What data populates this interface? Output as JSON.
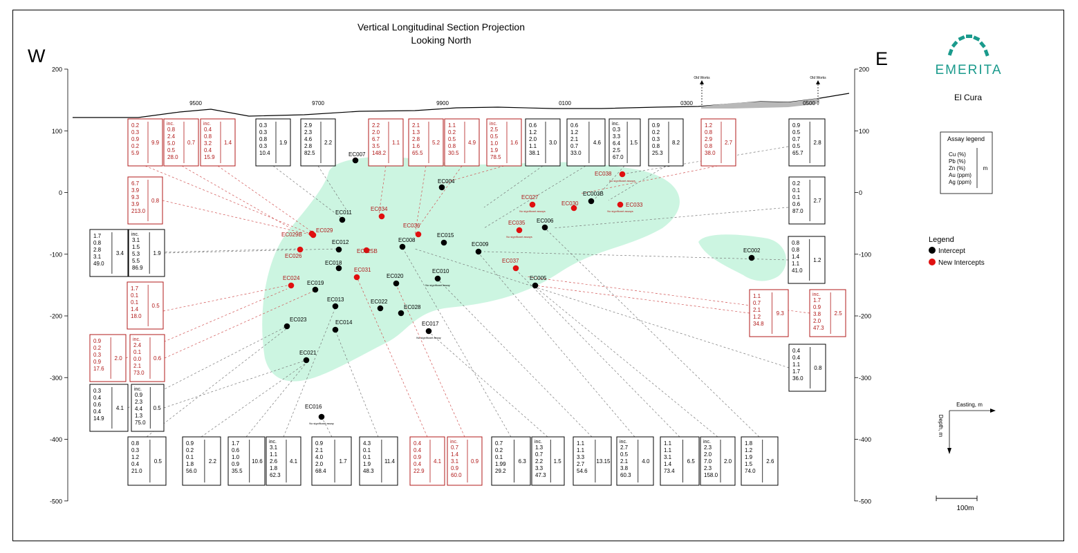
{
  "title": {
    "line1": "Vertical Longitudinal Section Projection",
    "line2": "Looking North"
  },
  "west_label": "W",
  "east_label": "E",
  "brand": {
    "name": "EMERITA",
    "project": "El Cura",
    "logo_icon": "emerita-arch-logo-icon"
  },
  "colors": {
    "intercept": "#000000",
    "new_intercept": "#e01010",
    "zone": "#ccf5e1",
    "red_text": "#b01818"
  },
  "depth_ticks": [
    "200",
    "100",
    "0",
    "-100",
    "-200",
    "-300",
    "-400",
    "-500"
  ],
  "easting_ticks": [
    "9500",
    "9700",
    "9900",
    "0100",
    "0300",
    "0500"
  ],
  "old_works": [
    "Old Works",
    "Old Works"
  ],
  "assay_legend": {
    "title": "Assay legend",
    "items": [
      "Cu (%)",
      "Pb (%)",
      "Zn (%)",
      "Au (ppm)",
      "Ag (ppm)"
    ],
    "unit": "m"
  },
  "legend": {
    "title": "Legend",
    "items": [
      {
        "label": "Intercept",
        "type": "old"
      },
      {
        "label": "New Intercepts",
        "type": "new"
      }
    ]
  },
  "axes_labels": {
    "easting": "Easting, m",
    "depth": "Depth, m"
  },
  "scale_bar": "100m",
  "holes": [
    {
      "name": "EC007",
      "kind": "old"
    },
    {
      "name": "EC004",
      "kind": "old"
    },
    {
      "name": "EC011",
      "kind": "old"
    },
    {
      "name": "EC034",
      "kind": "new"
    },
    {
      "name": "EC029",
      "kind": "new"
    },
    {
      "name": "EC029B",
      "kind": "new"
    },
    {
      "name": "EC012",
      "kind": "old"
    },
    {
      "name": "EC026",
      "kind": "new"
    },
    {
      "name": "EC025B",
      "kind": "new"
    },
    {
      "name": "EC008",
      "kind": "old"
    },
    {
      "name": "EC036",
      "kind": "new"
    },
    {
      "name": "EC015",
      "kind": "old"
    },
    {
      "name": "EC009",
      "kind": "old"
    },
    {
      "name": "EC027",
      "kind": "new"
    },
    {
      "name": "EC030",
      "kind": "new"
    },
    {
      "name": "EC003B",
      "kind": "old"
    },
    {
      "name": "EC038",
      "kind": "new"
    },
    {
      "name": "EC033",
      "kind": "new"
    },
    {
      "name": "EC006",
      "kind": "old"
    },
    {
      "name": "EC035",
      "kind": "new"
    },
    {
      "name": "EC037",
      "kind": "new"
    },
    {
      "name": "EC005",
      "kind": "old"
    },
    {
      "name": "EC010",
      "kind": "old"
    },
    {
      "name": "EC020",
      "kind": "old"
    },
    {
      "name": "EC018",
      "kind": "old"
    },
    {
      "name": "EC031",
      "kind": "new"
    },
    {
      "name": "EC024",
      "kind": "new"
    },
    {
      "name": "EC019",
      "kind": "old"
    },
    {
      "name": "EC013",
      "kind": "old"
    },
    {
      "name": "EC022",
      "kind": "old"
    },
    {
      "name": "EC028",
      "kind": "old"
    },
    {
      "name": "EC017",
      "kind": "old"
    },
    {
      "name": "EC023",
      "kind": "old"
    },
    {
      "name": "EC014",
      "kind": "old"
    },
    {
      "name": "EC021",
      "kind": "old"
    },
    {
      "name": "EC016",
      "kind": "old"
    },
    {
      "name": "EC002",
      "kind": "old"
    }
  ],
  "hole_notes": {
    "EC038": "No significant assays",
    "EC027": "No significant assays",
    "EC033": "No significant assays",
    "EC035": "No significant assays",
    "EC010": "No significant assay",
    "EC017": "No significant assay",
    "EC016": "No significant assay"
  },
  "assay_boxes": [
    {
      "kind": "new",
      "values": [
        "0.2",
        "0.3",
        "0.9",
        "0.2",
        "5.9"
      ],
      "width": "9.9"
    },
    {
      "kind": "new",
      "inc": true,
      "values": [
        "0.8",
        "2.4",
        "5.0",
        "0.5",
        "28.0"
      ],
      "width": "0.7"
    },
    {
      "kind": "new",
      "inc": true,
      "values": [
        "0.4",
        "0.8",
        "3.2",
        "0.4",
        "15.9"
      ],
      "width": "1.4"
    },
    {
      "kind": "old",
      "values": [
        "0.3",
        "0.3",
        "0.8",
        "0.3",
        "10.4"
      ],
      "width": "1.9"
    },
    {
      "kind": "old",
      "values": [
        "2.9",
        "2.3",
        "4.6",
        "2.8",
        "82.5"
      ],
      "width": "2.2"
    },
    {
      "kind": "new",
      "values": [
        "2.2",
        "2.0",
        "6.7",
        "3.5",
        "148.2"
      ],
      "width": "1.1"
    },
    {
      "kind": "new",
      "values": [
        "2.1",
        "1.3",
        "2.8",
        "1.6",
        "65.5"
      ],
      "width": "5.2"
    },
    {
      "kind": "new",
      "values": [
        "1.1",
        "0.2",
        "0.5",
        "0.8",
        "30.5"
      ],
      "width": "4.9"
    },
    {
      "kind": "new",
      "inc": true,
      "values": [
        "2.5",
        "0.5",
        "1.0",
        "1.9",
        "78.5"
      ],
      "width": "1.6"
    },
    {
      "kind": "old",
      "values": [
        "0.6",
        "1.2",
        "2.0",
        "1.1",
        "38.1"
      ],
      "width": "3.0"
    },
    {
      "kind": "old",
      "values": [
        "0.6",
        "1.2",
        "2.1",
        "0.7",
        "33.0"
      ],
      "width": "4.6"
    },
    {
      "kind": "old",
      "inc": true,
      "values": [
        "0.3",
        "3.3",
        "6.4",
        "2.5",
        "67.0"
      ],
      "width": "1.5"
    },
    {
      "kind": "old",
      "values": [
        "0.9",
        "0.2",
        "0.3",
        "0.8",
        "25.3"
      ],
      "width": "8.2"
    },
    {
      "kind": "new",
      "values": [
        "1.2",
        "0.8",
        "2.9",
        "0.8",
        "38.0"
      ],
      "width": "2.7"
    },
    {
      "kind": "old",
      "values": [
        "0.9",
        "0.5",
        "0.7",
        "0.5",
        "65.7"
      ],
      "width": "2.8"
    },
    {
      "kind": "new",
      "values": [
        "6.7",
        "3.9",
        "9.3",
        "3.9",
        "213.0"
      ],
      "width": "0.8"
    },
    {
      "kind": "old",
      "values": [
        "0.2",
        "0.1",
        "0.1",
        "0.6",
        "87.0"
      ],
      "width": "2.7"
    },
    {
      "kind": "old",
      "values": [
        "1.7",
        "0.8",
        "2.8",
        "3.1",
        "49.0"
      ],
      "width": "3.4"
    },
    {
      "kind": "old",
      "inc": true,
      "values": [
        "3.1",
        "1.5",
        "5.3",
        "5.5",
        "86.9"
      ],
      "width": "1.9"
    },
    {
      "kind": "old",
      "values": [
        "0.8",
        "0.8",
        "1.4",
        "1.1",
        "41.0"
      ],
      "width": "1.2"
    },
    {
      "kind": "new",
      "values": [
        "1.7",
        "0.1",
        "0.1",
        "1.4",
        "18.0"
      ],
      "width": "0.5"
    },
    {
      "kind": "new",
      "values": [
        "1.1",
        "0.7",
        "2.1",
        "1.2",
        "34.8"
      ],
      "width": "9.3"
    },
    {
      "kind": "new",
      "inc": true,
      "values": [
        "1.7",
        "0.9",
        "3.8",
        "2.0",
        "47.3"
      ],
      "width": "2.5"
    },
    {
      "kind": "new",
      "values": [
        "0.9",
        "0.2",
        "0.3",
        "0.9",
        "17.6"
      ],
      "width": "2.0"
    },
    {
      "kind": "new",
      "inc": true,
      "values": [
        "2.4",
        "0.1",
        "0.0",
        "2.1",
        "73.0"
      ],
      "width": "0.6"
    },
    {
      "kind": "old",
      "values": [
        "0.4",
        "0.4",
        "1.1",
        "1.7",
        "36.0"
      ],
      "width": "0.8"
    },
    {
      "kind": "old",
      "values": [
        "0.3",
        "0.4",
        "0.6",
        "0.4",
        "14.9"
      ],
      "width": "4.1"
    },
    {
      "kind": "old",
      "inc": true,
      "values": [
        "0.9",
        "2.3",
        "4.4",
        "1.3",
        "75.0"
      ],
      "width": "0.5"
    },
    {
      "kind": "old",
      "values": [
        "0.8",
        "0.3",
        "1.2",
        "0.4",
        "21.0"
      ],
      "width": "0.5"
    },
    {
      "kind": "old",
      "values": [
        "0.9",
        "0.2",
        "0.1",
        "1.8",
        "56.0"
      ],
      "width": "2.2"
    },
    {
      "kind": "old",
      "values": [
        "1.7",
        "0.6",
        "1.0",
        "0.9",
        "35.5"
      ],
      "width": "10.6"
    },
    {
      "kind": "old",
      "inc": true,
      "values": [
        "3.1",
        "1.1",
        "2.6",
        "1.8",
        "62.3"
      ],
      "width": "4.1"
    },
    {
      "kind": "old",
      "values": [
        "0.9",
        "2.1",
        "4.0",
        "2.0",
        "68.4"
      ],
      "width": "1.7"
    },
    {
      "kind": "old",
      "values": [
        "4.3",
        "0.1",
        "0.1",
        "1.9",
        "48.3"
      ],
      "width": "11.4"
    },
    {
      "kind": "new",
      "values": [
        "0.4",
        "0.4",
        "0.9",
        "0.4",
        "22.9"
      ],
      "width": "4.1"
    },
    {
      "kind": "new",
      "inc": true,
      "values": [
        "0.7",
        "1.4",
        "3.1",
        "0.9",
        "60.0"
      ],
      "width": "0.9"
    },
    {
      "kind": "old",
      "values": [
        "0.7",
        "0.2",
        "0.1",
        "1.99",
        "29.2"
      ],
      "width": "6.3"
    },
    {
      "kind": "old",
      "inc": true,
      "values": [
        "1.3",
        "0.7",
        "2.2",
        "3.3",
        "47.3"
      ],
      "width": "1.5"
    },
    {
      "kind": "old",
      "values": [
        "1.1",
        "1.1",
        "3.3",
        "2.7",
        "54.6"
      ],
      "width": "13.15"
    },
    {
      "kind": "old",
      "inc": true,
      "values": [
        "2.7",
        "0.5",
        "2.1",
        "3.8",
        "60.3"
      ],
      "width": "4.0"
    },
    {
      "kind": "old",
      "values": [
        "1.1",
        "1.1",
        "3.1",
        "1.4",
        "73.4"
      ],
      "width": "6.5"
    },
    {
      "kind": "old",
      "inc": true,
      "values": [
        "2.3",
        "2.0",
        "7.0",
        "2.3",
        "158.0"
      ],
      "width": "2.0"
    },
    {
      "kind": "old",
      "values": [
        "1.8",
        "1.2",
        "1.9",
        "1.5",
        "74.0"
      ],
      "width": "2.6"
    }
  ],
  "inc_label": "inc."
}
